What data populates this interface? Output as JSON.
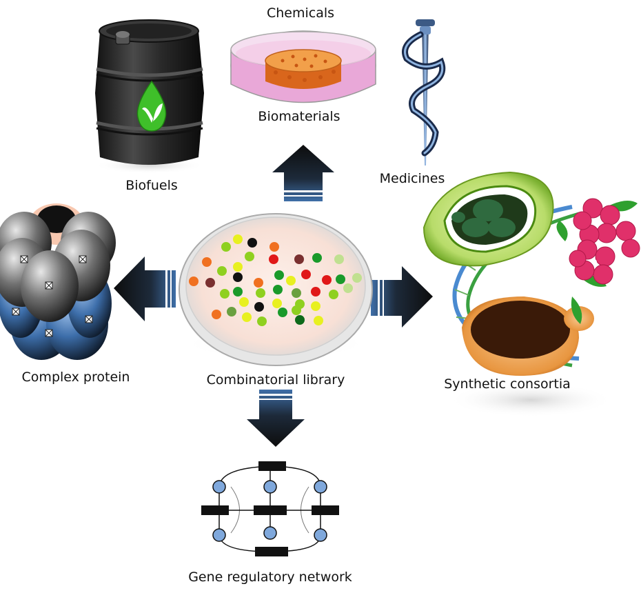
{
  "labels": {
    "chemicals": "Chemicals",
    "biomaterials": "Biomaterials",
    "biofuels": "Biofuels",
    "medicines": "Medicines",
    "complex_protein": "Complex protein",
    "combinatorial_library": "Combinatorial library",
    "synthetic_consortia": "Synthetic consortia",
    "gene_regulatory_network": "Gene  regulatory network"
  },
  "colors": {
    "arrow_dark": "#0d0d0d",
    "arrow_blue": "#3f6fa8",
    "dish_pink": "#e6a6d6",
    "tissue_orange": "#e0802a",
    "barrel": "#2a2a2a",
    "leaf_green": "#5ccf2f",
    "grn_node": "#6f9fd8",
    "flower_pink": "#e0306a",
    "cell_green": "#a8d858",
    "cell_orange": "#e89640"
  },
  "colony_colors": [
    "#f07020",
    "#8fd020",
    "#e8f020",
    "#111111",
    "#e01818",
    "#1a9a2a",
    "#7a3030",
    "#c0e090",
    "#6aa040",
    "#0e6a1a"
  ]
}
